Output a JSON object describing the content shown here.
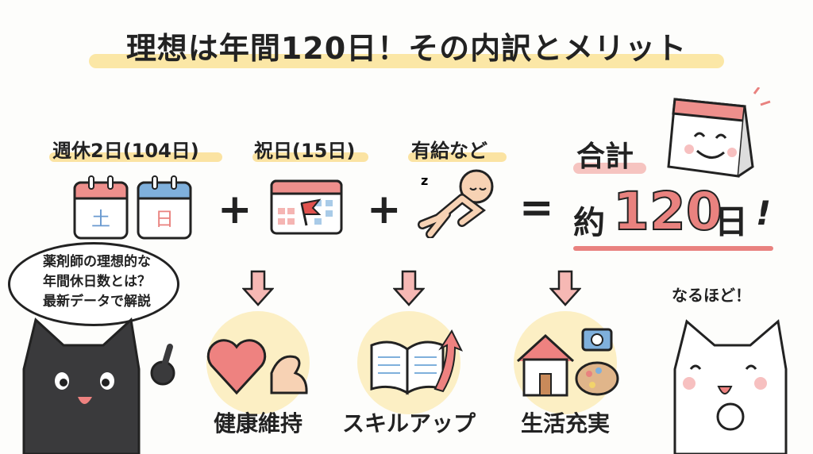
{
  "title": "理想は年間120日！その内訳とメリット",
  "breakdown": [
    {
      "label": "週休2日(104日)",
      "icon": "weekend-calendars-icon",
      "days": 104
    },
    {
      "label": "祝日(15日)",
      "icon": "holiday-calendar-icon",
      "days": 15
    },
    {
      "label": "有給など",
      "icon": "relaxing-person-icon"
    }
  ],
  "operators": {
    "plus": "+",
    "equals": "="
  },
  "total": {
    "label": "合計",
    "prefix": "約",
    "number": "120",
    "suffix": "日",
    "exclaim": "!"
  },
  "calendar_glyphs": {
    "saturday": "土",
    "sunday": "日"
  },
  "sleep_glyph": "z",
  "speech_bubble": [
    "薬剤師の理想的な",
    "年間休日数とは？",
    "最新データで解説"
  ],
  "cat_reaction": "なるほど！",
  "benefits": [
    {
      "label": "健康維持",
      "icon": "heart-muscle-icon"
    },
    {
      "label": "スキルアップ",
      "icon": "book-growth-icon"
    },
    {
      "label": "生活充実",
      "icon": "house-hobby-icon"
    }
  ],
  "colors": {
    "accent_red": "#e9827f",
    "highlight_yellow": "#fbe3a2",
    "highlight_pink": "#f6c4c0",
    "calendar_blue": "#7fb0dc"
  }
}
